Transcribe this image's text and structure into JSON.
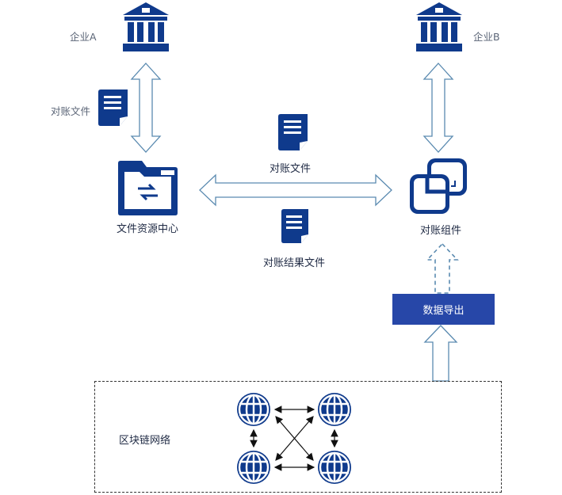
{
  "nodes": {
    "enterprise_a": "企业A",
    "enterprise_b": "企业B",
    "file_center": "文件资源中心",
    "recon_component": "对账组件"
  },
  "edges": {
    "recon_file_left": "对账文件",
    "recon_file_mid": "对账文件",
    "recon_result_file": "对账结果文件"
  },
  "export_button": "数据导出",
  "blockchain_network": "区块链网络",
  "colors": {
    "primary": "#0f3a8c",
    "button": "#2747a8",
    "arrow_stroke": "#5a8ab0"
  },
  "icons": [
    "bank-icon",
    "document-icon",
    "folder-transfer-icon",
    "copy-icon",
    "globe-icon"
  ]
}
